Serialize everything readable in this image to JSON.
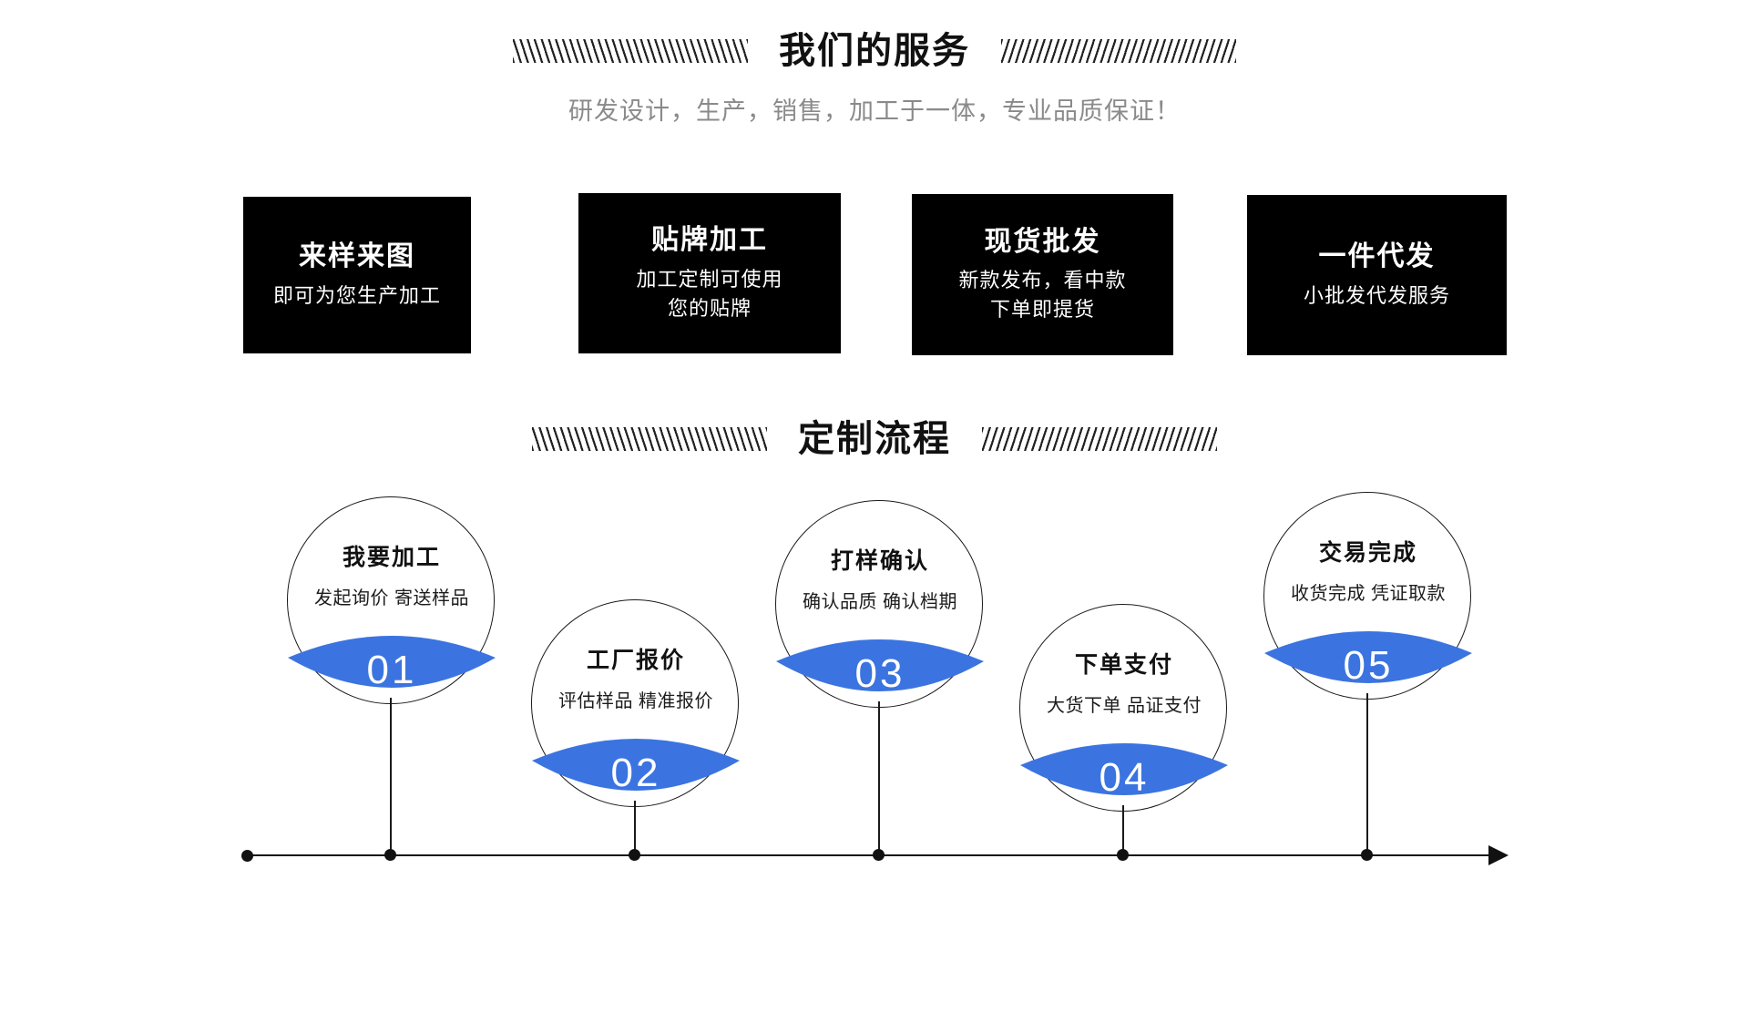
{
  "services": {
    "heading": "我们的服务",
    "subheading": "研发设计，生产，销售，加工于一体，专业品质保证！",
    "cards": [
      {
        "title": "来样来图",
        "lines": [
          "即可为您生产加工"
        ]
      },
      {
        "title": "贴牌加工",
        "lines": [
          "加工定制可使用",
          "您的贴牌"
        ]
      },
      {
        "title": "现货批发",
        "lines": [
          "新款发布，看中款",
          "下单即提货"
        ]
      },
      {
        "title": "一件代发",
        "lines": [
          "小批发代发服务"
        ]
      }
    ]
  },
  "process": {
    "heading": "定制流程",
    "steps": [
      {
        "number": "01",
        "title": "我要加工",
        "desc": "发起询价 寄送样品"
      },
      {
        "number": "02",
        "title": "工厂报价",
        "desc": "评估样品 精准报价"
      },
      {
        "number": "03",
        "title": "打样确认",
        "desc": "确认品质 确认档期"
      },
      {
        "number": "04",
        "title": "下单支付",
        "desc": "大货下单 品证支付"
      },
      {
        "number": "05",
        "title": "交易完成",
        "desc": "收货完成 凭证取款"
      }
    ]
  },
  "colors": {
    "accent_blue": "#3b74e0",
    "card_background": "#000000",
    "card_text": "#ffffff",
    "heading_text": "#111111",
    "subheading_text": "#8a8a8a",
    "page_background": "#ffffff"
  }
}
